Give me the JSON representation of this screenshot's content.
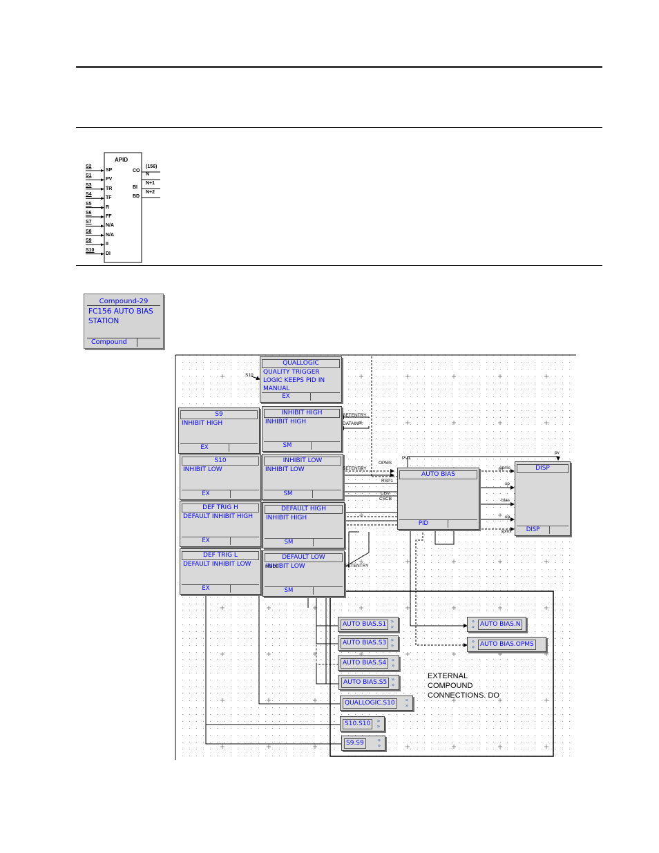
{
  "function_block": {
    "name": "APID",
    "inputs": [
      {
        "signal": "S2",
        "pin": "SP"
      },
      {
        "signal": "S1",
        "pin": "PV"
      },
      {
        "signal": "S3",
        "pin": "TR"
      },
      {
        "signal": "S4",
        "pin": "TF"
      },
      {
        "signal": "S5",
        "pin": "R"
      },
      {
        "signal": "S6",
        "pin": "FF"
      },
      {
        "signal": "S7",
        "pin": "N/A"
      },
      {
        "signal": "S8",
        "pin": "N/A"
      },
      {
        "signal": "S9",
        "pin": "II"
      },
      {
        "signal": "S10",
        "pin": "DI"
      }
    ],
    "outputs": [
      {
        "pin": "CO",
        "label": "(156)"
      },
      {
        "pin": "",
        "label": "N"
      },
      {
        "pin": "BI",
        "label": "N+1"
      },
      {
        "pin": "BD",
        "label": "N+2"
      }
    ]
  },
  "compound": {
    "title": "Compound-29",
    "description": "FC156 AUTO BIAS STATION",
    "footer": "Compound"
  },
  "blocks": [
    {
      "id": "quallogic",
      "title": "QUALLOGIC",
      "desc": "QUALITY TRIGGER LOGIC KEEPS PID IN MANUAL",
      "type": "EX"
    },
    {
      "id": "s9",
      "title": "S9",
      "desc": "INHIBIT HIGH",
      "type": "EX"
    },
    {
      "id": "inhibit-high",
      "title": "INHIBIT HIGH",
      "desc": "INHIBIT HIGH",
      "type": "SM"
    },
    {
      "id": "s10",
      "title": "S10",
      "desc": "INHIBIT LOW",
      "type": "EX"
    },
    {
      "id": "inhibit-low",
      "title": "INHIBIT LOW",
      "desc": "INHIBIT LOW",
      "type": "SM"
    },
    {
      "id": "auto-bias",
      "title": "AUTO BIAS",
      "desc": "",
      "type": "PID"
    },
    {
      "id": "disp",
      "title": "DISP",
      "desc": "",
      "type": "DISP"
    },
    {
      "id": "def-trig-h",
      "title": "DEF TRIG H",
      "desc": "DEFAULT INHIBIT HIGH",
      "type": "EX"
    },
    {
      "id": "default-high",
      "title": "DEFAULT HIGH",
      "desc": "INHIBIT HIGH",
      "type": "SM"
    },
    {
      "id": "def-trig-l",
      "title": "DEF TRIG L",
      "desc": "DEFAULT INHIBIT LOW",
      "type": "EX"
    },
    {
      "id": "default-low",
      "title": "DEFAULT LOW",
      "desc": "INHIBIT LOW",
      "type": "SM"
    }
  ],
  "connection_refs": [
    {
      "id": "ab-s1",
      "label": "AUTO BIAS.S1"
    },
    {
      "id": "ab-s3",
      "label": "AUTO BIAS.S3"
    },
    {
      "id": "ab-s4",
      "label": "AUTO BIAS.S4"
    },
    {
      "id": "ab-s5",
      "label": "AUTO BIAS.S5"
    },
    {
      "id": "ql-s10",
      "label": "QUALLOGIC.S10"
    },
    {
      "id": "s10-s10",
      "label": "S10.S10"
    },
    {
      "id": "s9-s9",
      "label": "S9.S9"
    },
    {
      "id": "ab-n",
      "label": "AUTO BIAS.N"
    },
    {
      "id": "ab-opms",
      "label": "AUTO BIAS.OPMS"
    }
  ],
  "pin_labels": {
    "s10_in": "S10",
    "setentry1": "SETENTRY",
    "datainp": "DATAINP",
    "setentry2": "SETENTRY",
    "opms": "OPMS",
    "rsp1": "RSP1",
    "pv1": "PV1",
    "cbv": "CBV",
    "cscb": "CSCB",
    "opms_out": "opms",
    "sp_out": "sp",
    "bias_out": "bias",
    "op_out": "op",
    "spms_out": "spms",
    "pv_out": "pv",
    "setentry3": "SETENTRY",
    "mode": "MODE"
  },
  "external_note": "EXTERNAL COMPOUND CONNECTIONS. DO"
}
